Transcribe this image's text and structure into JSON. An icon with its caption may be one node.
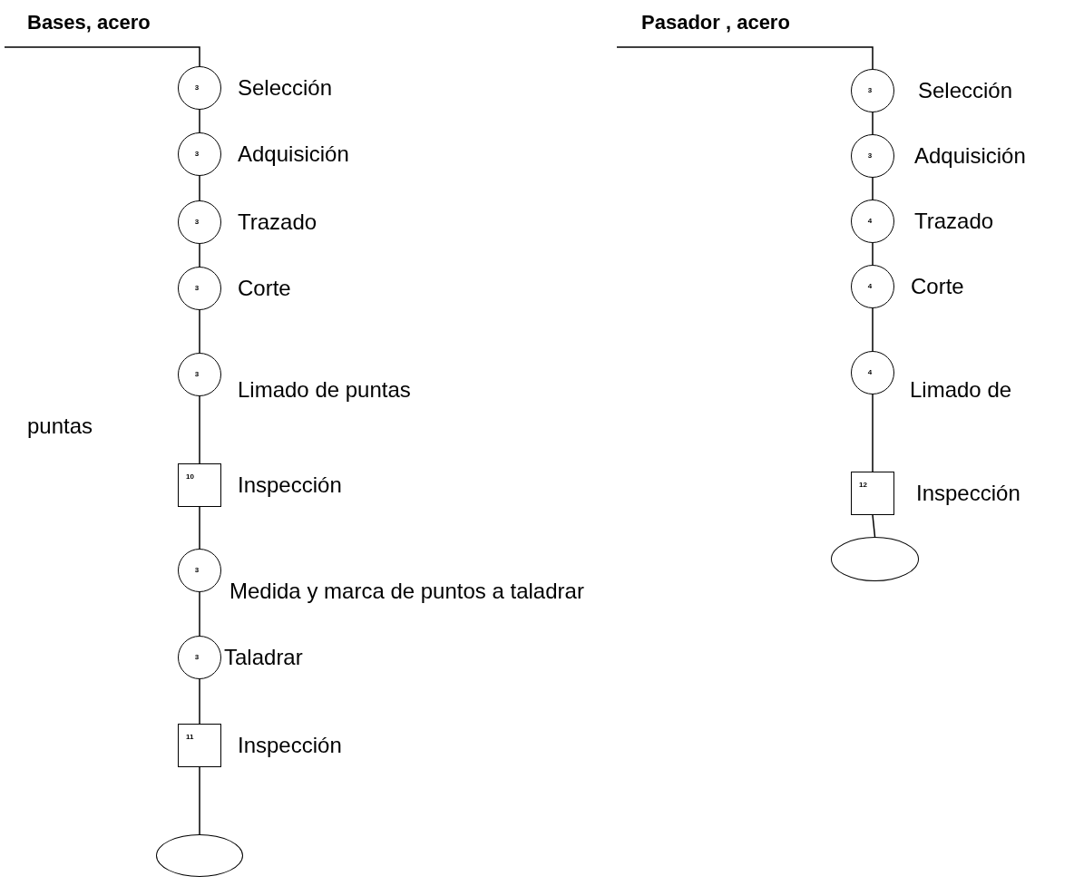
{
  "diagram": {
    "nodes": [
      {
        "text": [
          "Bases, acero"
        ]
      },
      {
        "text": [
          "3"
        ],
        "beside": [
          "Selección"
        ]
      },
      {
        "text": [
          "3"
        ],
        "beside": [
          "Adquisición"
        ]
      },
      {
        "text": [
          "3"
        ],
        "beside": [
          "Trazado"
        ]
      },
      {
        "text": [
          "3"
        ],
        "beside": [
          "Corte"
        ]
      },
      {
        "text": [
          "3"
        ],
        "beside": [
          "Limado de puntas"
        ]
      },
      {
        "text": [
          "10"
        ],
        "beside": [
          "Inspección"
        ]
      },
      {
        "text": [
          "3"
        ],
        "beside": [
          "Medida y marca de puntos a taladrar"
        ]
      },
      {
        "text": [
          "3"
        ],
        "beside": [
          "Taladrar"
        ]
      },
      {
        "text": [
          "11"
        ],
        "beside": [
          "Inspección"
        ]
      },
      {
        "text": [],
        "shape": "ellipse"
      },
      {
        "text": [
          "Pasador , acero"
        ]
      },
      {
        "text": [
          "3"
        ],
        "beside": [
          "Selección"
        ]
      },
      {
        "text": [
          "3"
        ],
        "beside": [
          "Adquisición"
        ]
      },
      {
        "text": [
          "4"
        ],
        "beside": [
          "Trazado"
        ]
      },
      {
        "text": [
          "4"
        ],
        "beside": [
          "Corte"
        ]
      },
      {
        "text": [
          "4"
        ],
        "beside": [
          "Limado de"
        ]
      },
      {
        "text": [
          "12"
        ],
        "beside": [
          "Inspección"
        ]
      },
      {
        "text": [],
        "shape": "ellipse"
      }
    ],
    "edges": [
      {
        "from": 0,
        "to": 1,
        "arrow": "none"
      },
      {
        "from": 1,
        "to": 2,
        "arrow": "none"
      },
      {
        "from": 2,
        "to": 3,
        "arrow": "none"
      },
      {
        "from": 3,
        "to": 4,
        "arrow": "none"
      },
      {
        "from": 4,
        "to": 5,
        "arrow": "none"
      },
      {
        "from": 5,
        "to": 6,
        "arrow": "none"
      },
      {
        "from": 6,
        "to": 7,
        "arrow": "none"
      },
      {
        "from": 7,
        "to": 8,
        "arrow": "none"
      },
      {
        "from": 8,
        "to": 9,
        "arrow": "none"
      },
      {
        "from": 9,
        "to": 10,
        "arrow": "none"
      },
      {
        "from": 11,
        "to": 12,
        "arrow": "none"
      },
      {
        "from": 12,
        "to": 13,
        "arrow": "none"
      },
      {
        "from": 13,
        "to": 14,
        "arrow": "none"
      },
      {
        "from": 14,
        "to": 15,
        "arrow": "none"
      },
      {
        "from": 15,
        "to": 16,
        "arrow": "none"
      },
      {
        "from": 16,
        "to": 17,
        "arrow": "none"
      },
      {
        "from": 17,
        "to": 18,
        "arrow": "none"
      }
    ],
    "labels": [
      "puntas"
    ]
  }
}
